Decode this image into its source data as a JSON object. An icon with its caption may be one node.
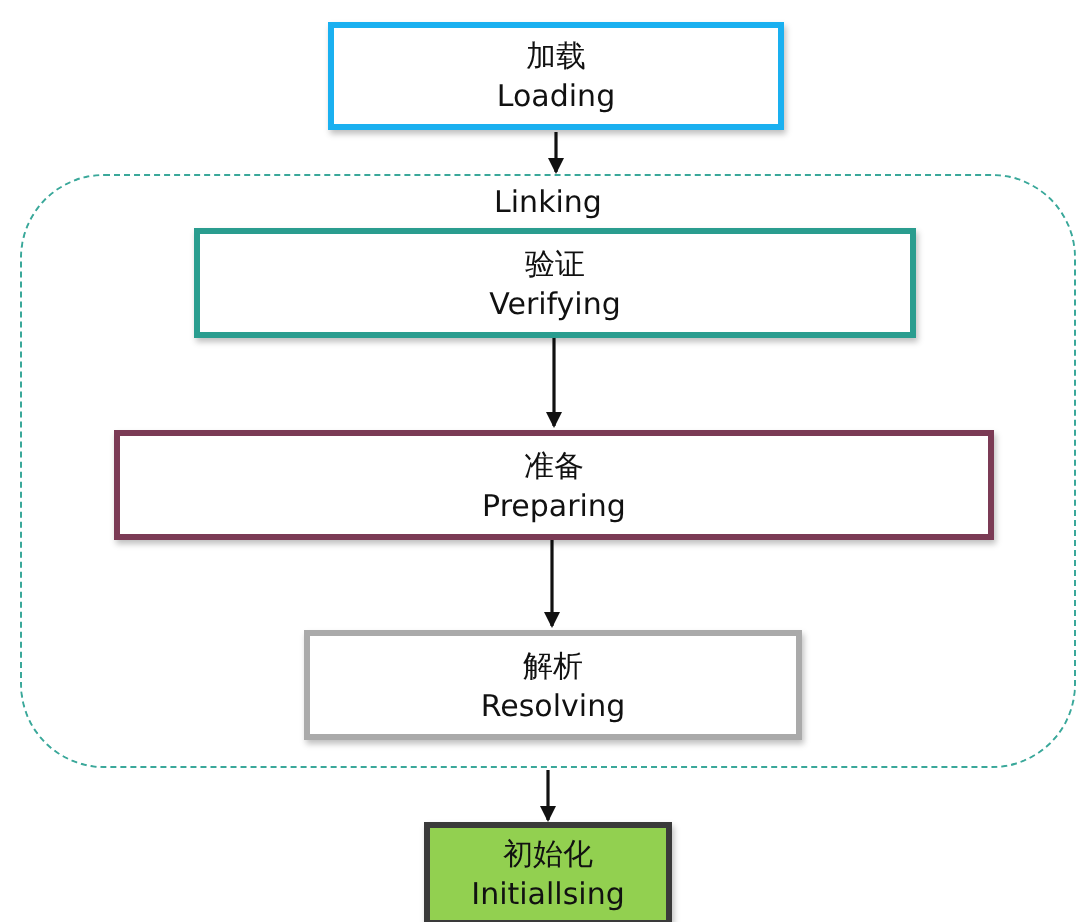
{
  "diagram": {
    "nodes": [
      {
        "text": [
          "加载",
          "Loading"
        ]
      },
      {
        "text": [
          "Linking"
        ]
      },
      {
        "text": [
          "验证",
          "Verifying"
        ],
        "in": 1
      },
      {
        "text": [
          "准备",
          "Preparing"
        ],
        "in": 1
      },
      {
        "text": [
          "解析",
          "Resolving"
        ],
        "in": 1
      },
      {
        "text": [
          "初始化",
          "Initiallsing"
        ]
      }
    ],
    "edges": [
      {
        "from": 0,
        "to": 1,
        "arrow": "to"
      },
      {
        "from": 2,
        "to": 3,
        "arrow": "to"
      },
      {
        "from": 3,
        "to": 4,
        "arrow": "to"
      },
      {
        "from": 1,
        "to": 5,
        "arrow": "to"
      }
    ]
  }
}
